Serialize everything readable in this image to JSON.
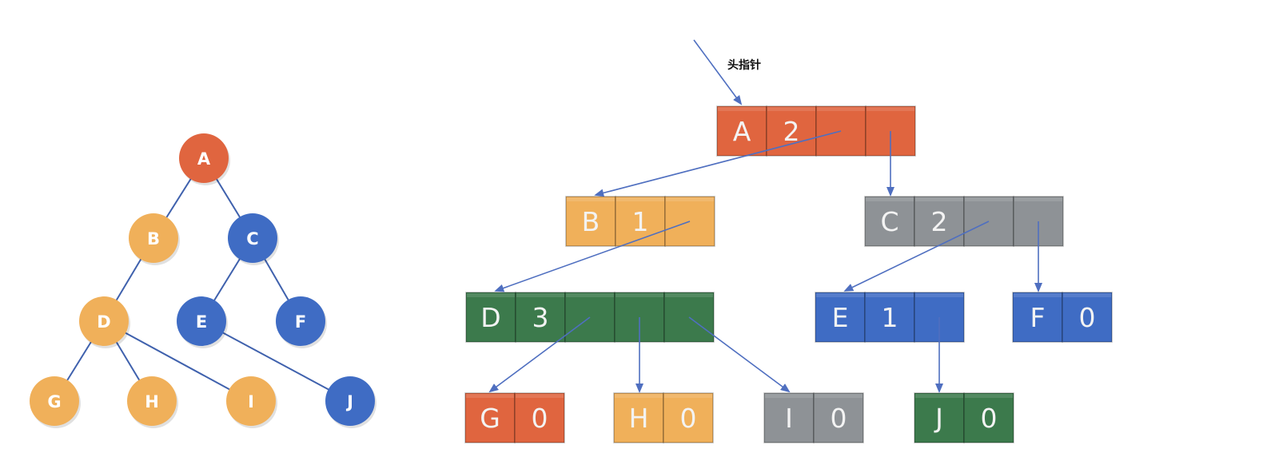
{
  "colors": {
    "orange": "#e0653f",
    "yellow": "#f0b05a",
    "blue": "#3f6cc4",
    "gray": "#8e9296",
    "green": "#3c7a4c",
    "edge": "#4f6fc0",
    "tree_edge": "#3f61ad"
  },
  "head_pointer_label": "头指针",
  "tree": {
    "nodes": [
      {
        "label": "A",
        "color": "orange"
      },
      {
        "label": "B",
        "color": "yellow"
      },
      {
        "label": "C",
        "color": "blue"
      },
      {
        "label": "D",
        "color": "yellow"
      },
      {
        "label": "E",
        "color": "blue"
      },
      {
        "label": "F",
        "color": "blue"
      },
      {
        "label": "G",
        "color": "yellow"
      },
      {
        "label": "H",
        "color": "yellow"
      },
      {
        "label": "I",
        "color": "yellow"
      },
      {
        "label": "J",
        "color": "blue"
      }
    ],
    "edges": [
      [
        "A",
        "B"
      ],
      [
        "A",
        "C"
      ],
      [
        "B",
        "D"
      ],
      [
        "C",
        "E"
      ],
      [
        "C",
        "F"
      ],
      [
        "D",
        "G"
      ],
      [
        "D",
        "H"
      ],
      [
        "D",
        "I"
      ],
      [
        "E",
        "J"
      ]
    ]
  },
  "list": {
    "nodes": [
      {
        "label": "A",
        "degree": "2",
        "color": "orange"
      },
      {
        "label": "B",
        "degree": "1",
        "color": "yellow"
      },
      {
        "label": "C",
        "degree": "2",
        "color": "gray"
      },
      {
        "label": "D",
        "degree": "3",
        "color": "green"
      },
      {
        "label": "E",
        "degree": "1",
        "color": "blue"
      },
      {
        "label": "F",
        "degree": "0",
        "color": "blue"
      },
      {
        "label": "G",
        "degree": "0",
        "color": "orange"
      },
      {
        "label": "H",
        "degree": "0",
        "color": "yellow"
      },
      {
        "label": "I",
        "degree": "0",
        "color": "gray"
      },
      {
        "label": "J",
        "degree": "0",
        "color": "green"
      }
    ],
    "links": [
      {
        "from": "A",
        "slot": 0,
        "to": "B"
      },
      {
        "from": "A",
        "slot": 1,
        "to": "C"
      },
      {
        "from": "B",
        "slot": 0,
        "to": "D"
      },
      {
        "from": "C",
        "slot": 0,
        "to": "E"
      },
      {
        "from": "C",
        "slot": 1,
        "to": "F"
      },
      {
        "from": "D",
        "slot": 0,
        "to": "G"
      },
      {
        "from": "D",
        "slot": 1,
        "to": "H"
      },
      {
        "from": "D",
        "slot": 2,
        "to": "I"
      },
      {
        "from": "E",
        "slot": 0,
        "to": "J"
      }
    ]
  }
}
